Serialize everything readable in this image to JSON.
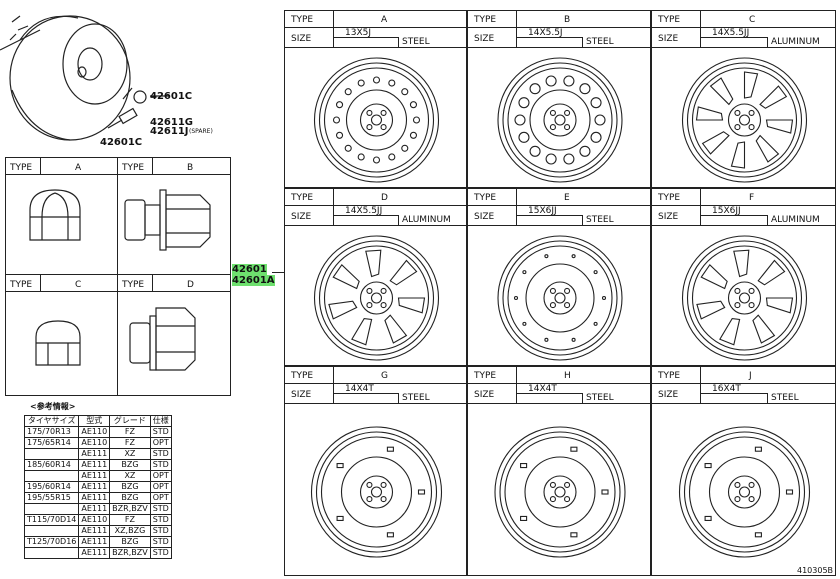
{
  "callouts": {
    "nut_a": "42601C",
    "nut_b": "42601C",
    "bolt_g": "42611G",
    "bolt_j": "42611J",
    "spare": "(SPARE)",
    "main_1": "42601",
    "main_2": "42601A"
  },
  "labels": {
    "type": "TYPE",
    "size": "SIZE"
  },
  "nuts": [
    {
      "type": "A"
    },
    {
      "type": "B"
    },
    {
      "type": "C"
    },
    {
      "type": "D"
    }
  ],
  "wheels": [
    {
      "type": "A",
      "size": "13X5J",
      "material": "STEEL"
    },
    {
      "type": "B",
      "size": "14X5.5J",
      "material": "STEEL"
    },
    {
      "type": "C",
      "size": "14X5.5JJ",
      "material": "ALUMINUM"
    },
    {
      "type": "D",
      "size": "14X5.5JJ",
      "material": "ALUMINUM"
    },
    {
      "type": "E",
      "size": "15X6JJ",
      "material": "STEEL"
    },
    {
      "type": "F",
      "size": "15X6JJ",
      "material": "ALUMINUM"
    },
    {
      "type": "G",
      "size": "14X4T",
      "material": "STEEL"
    },
    {
      "type": "H",
      "size": "14X4T",
      "material": "STEEL"
    },
    {
      "type": "J",
      "size": "16X4T",
      "material": "STEEL"
    }
  ],
  "reference": {
    "title": "<参考情報>",
    "headers": [
      "タイヤサイズ",
      "型式",
      "グレード",
      "仕様"
    ],
    "rows": [
      [
        "175/70R13",
        "AE110",
        "FZ",
        "STD"
      ],
      [
        "175/65R14",
        "AE110",
        "FZ",
        "OPT"
      ],
      [
        "",
        "AE111",
        "XZ",
        "STD"
      ],
      [
        "185/60R14",
        "AE111",
        "BZG",
        "STD"
      ],
      [
        "",
        "AE111",
        "XZ",
        "OPT"
      ],
      [
        "195/60R14",
        "AE111",
        "BZG",
        "OPT"
      ],
      [
        "195/55R15",
        "AE111",
        "BZG",
        "OPT"
      ],
      [
        "",
        "AE111",
        "BZR,BZV",
        "STD"
      ],
      [
        "T115/70D14",
        "AE110",
        "FZ",
        "STD"
      ],
      [
        "",
        "AE111",
        "XZ,BZG",
        "STD"
      ],
      [
        "T125/70D16",
        "AE111",
        "BZG",
        "STD"
      ],
      [
        "",
        "AE111",
        "BZR,BZV",
        "STD"
      ]
    ]
  },
  "figure_code": "410305B"
}
